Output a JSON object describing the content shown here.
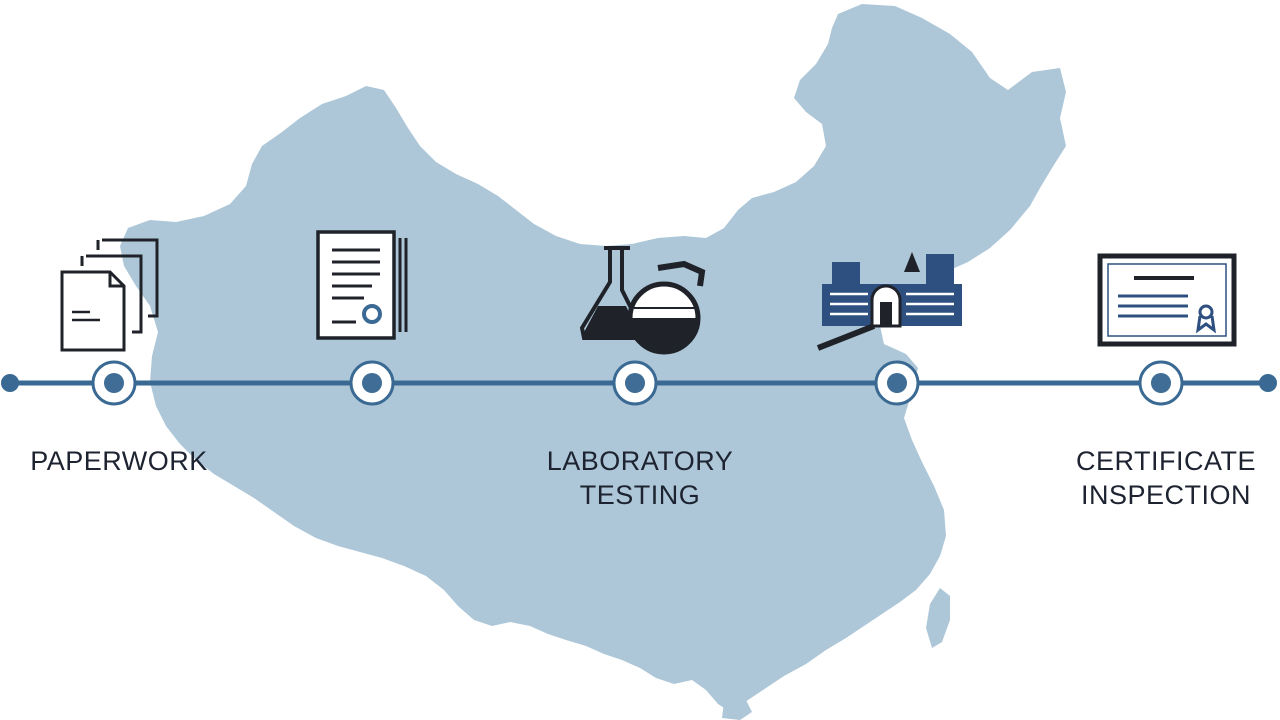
{
  "colors": {
    "map_fill": "#adc7d8",
    "timeline": "#3a6a93",
    "node_ring": "#3a6a93",
    "node_center": "#3f6d95",
    "icon_dark": "#1f2329",
    "icon_blue": "#2e5081",
    "label_text": "#1d2330"
  },
  "timeline": {
    "steps": [
      {
        "icon": "documents-stack-icon",
        "label": "PAPERWORK"
      },
      {
        "icon": "document-seal-icon",
        "label": ""
      },
      {
        "icon": "lab-flasks-icon",
        "label": "LABORATORY\nTESTING"
      },
      {
        "icon": "factory-inspection-icon",
        "label": ""
      },
      {
        "icon": "certificate-icon",
        "label": "CERTIFICATE\nINSPECTION"
      }
    ]
  }
}
